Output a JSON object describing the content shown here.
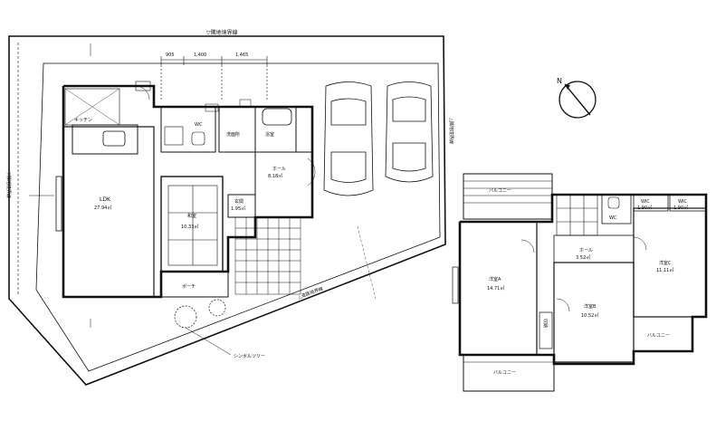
{
  "ground_floor": {
    "north_boundary_label": "▽隣地境界線",
    "west_boundary_label": "▽隣地境界線",
    "east_boundary_label": "△隣地境界線",
    "south_road_label": "△道路境界線",
    "dimensions": [
      "905",
      "1,400",
      "1,465"
    ],
    "ldk": {
      "name": "LDK",
      "area": "27.94㎡"
    },
    "japanese_room": {
      "name": "和室",
      "area": "10.33㎡"
    },
    "hall": {
      "name": "ホール",
      "area": "8.18㎡"
    },
    "entrance": {
      "name": "玄関",
      "area": "1.95㎡"
    },
    "bath_label": "浴室",
    "washroom_label": "洗面所",
    "toilet_label": "WC",
    "kitchen_label": "キッチン",
    "porch_label": "ポーチ",
    "tree_label": "シンボルツリー"
  },
  "second_floor": {
    "bedroom_a": {
      "name": "洋室A",
      "area": "14.71㎡"
    },
    "bedroom_b": {
      "name": "洋室B",
      "area": "10.52㎡"
    },
    "bedroom_c": {
      "name": "洋室C",
      "area": "11.11㎡"
    },
    "closet1": {
      "name": "WIC",
      "area": "1.90㎡"
    },
    "closet2": {
      "name": "WIC",
      "area": "1.90㎡"
    },
    "hall2": {
      "name": "ホール",
      "area": "3.52㎡"
    },
    "balcony1": "バルコニー",
    "balcony2": "バルコニー",
    "balcony3": "バルコニー",
    "toilet2": "WC",
    "storage": "収納"
  },
  "compass_label": "N"
}
